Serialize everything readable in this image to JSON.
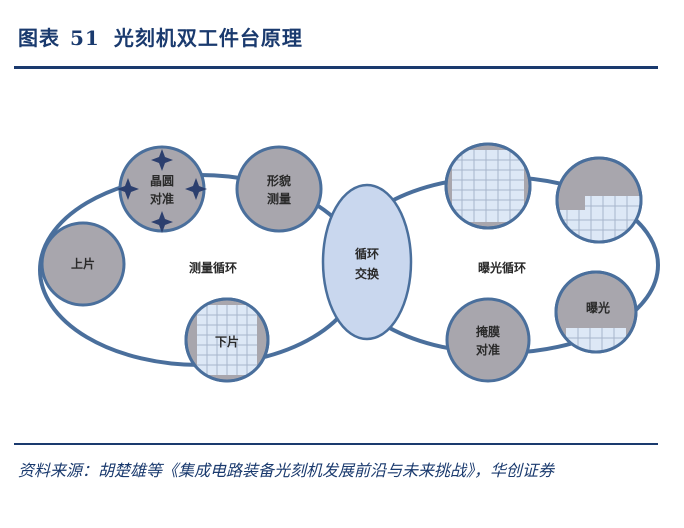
{
  "figure": {
    "label": "图表",
    "number": "51",
    "title": "光刻机双工件台原理"
  },
  "diagram": {
    "left_loop_label": "测量循环",
    "right_loop_label": "曝光循环",
    "center_label_line1": "循环",
    "center_label_line2": "交换",
    "nodes": {
      "load": "上片",
      "wafer_align_line1": "晶圆",
      "wafer_align_line2": "对准",
      "topography_line1": "形貌",
      "topography_line2": "测量",
      "unload": "下片",
      "mask_align_line1": "掩膜",
      "mask_align_line2": "对准",
      "exposure": "曝光"
    },
    "colors": {
      "loop_line": "#4a6f9c",
      "node_fill": "#a8a6ad",
      "center_fill": "#c9d7ee",
      "wafer_grid": "#dde8f6",
      "brand": "#1a3a6e"
    }
  },
  "source": {
    "text": "资料来源：胡楚雄等《集成电路装备光刻机发展前沿与未来挑战》，华创证券"
  }
}
